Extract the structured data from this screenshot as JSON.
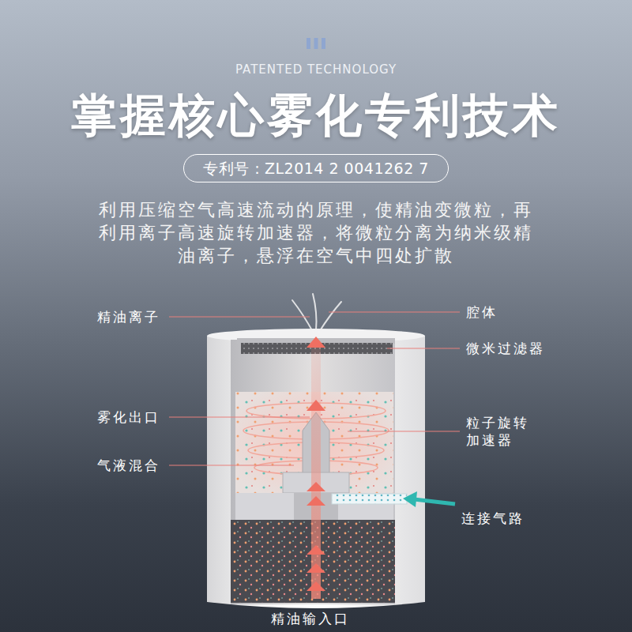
{
  "diagram": {
    "title": "掌握核心雾化专利技术",
    "nodes": [
      {
        "text": [
          "专利号：ZL2014 2 0041262 7"
        ]
      }
    ],
    "labels": [
      "PATENTED TECHNOLOGY",
      "利用压缩空气高速流动的原理，使精油变微粒，再利用离子高速旋转加速器，将微粒分离为纳米级精油离子，悬浮在空气中四处扩散",
      "精油离子",
      "腔体",
      "微米过滤器",
      "雾化出口",
      "粒子旋转加速器",
      "气液混合",
      "连接气路",
      "精油输入口"
    ]
  }
}
